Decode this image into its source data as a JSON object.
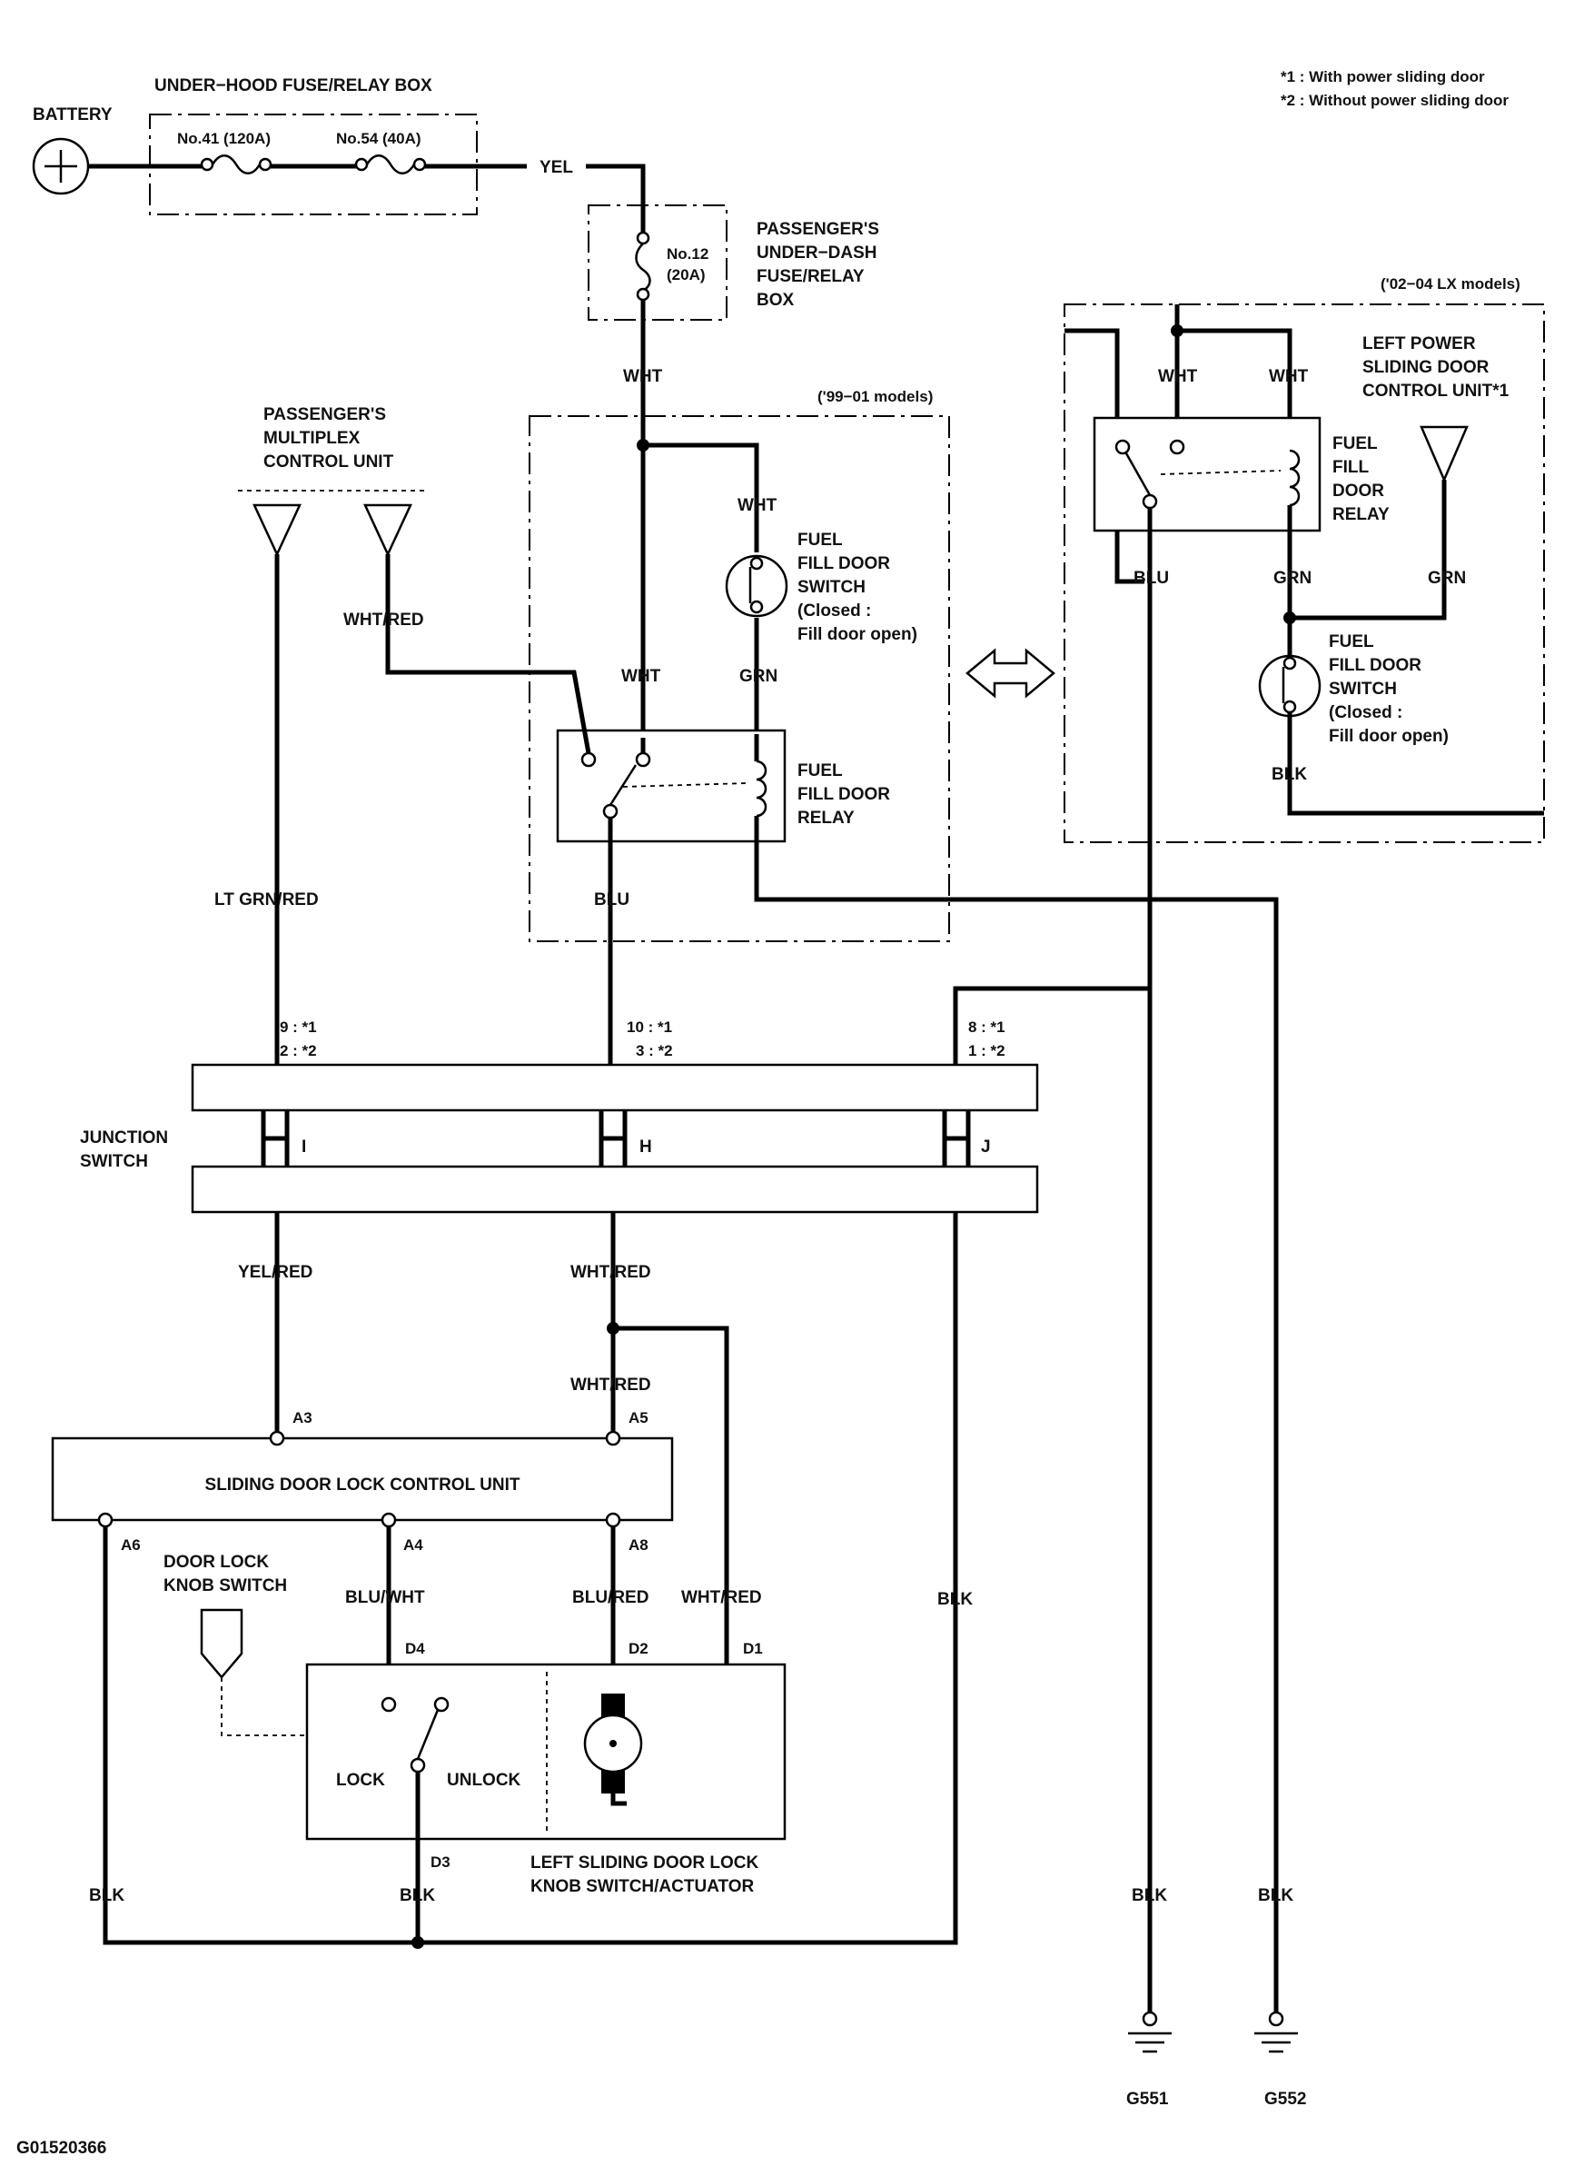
{
  "legend": {
    "note1": "*1   : With power sliding door",
    "note2": "*2   : Without power sliding door"
  },
  "components": {
    "battery": "BATTERY",
    "underhood_box": "UNDER−HOOD FUSE/RELAY BOX",
    "fuse41": "No.41 (120A)",
    "fuse54": "No.54 (40A)",
    "fuse12_line1": "No.12",
    "fuse12_line2": "(20A)",
    "underdash_box": [
      "PASSENGER'S",
      "UNDER−DASH",
      "FUSE/RELAY",
      "BOX"
    ],
    "multiplex_unit": [
      "PASSENGER'S",
      "MULTIPLEX",
      "CONTROL UNIT"
    ],
    "models_99_01": "('99−01 models)",
    "models_02_04": "('02−04 LX models)",
    "fuel_switch_left": [
      "FUEL",
      "FILL DOOR",
      "SWITCH",
      "(Closed :",
      "Fill door open)"
    ],
    "fuel_relay_left": [
      "FUEL",
      "FILL DOOR",
      "RELAY"
    ],
    "left_power_unit": [
      "LEFT POWER",
      "SLIDING DOOR",
      "CONTROL UNIT*1"
    ],
    "fuel_relay_right": [
      "FUEL",
      "FILL",
      "DOOR",
      "RELAY"
    ],
    "fuel_switch_right": [
      "FUEL",
      "FILL DOOR",
      "SWITCH",
      "(Closed :",
      "Fill door open)"
    ],
    "junction_switch": [
      "JUNCTION",
      "SWITCH"
    ],
    "sliding_unit": "SLIDING DOOR LOCK CONTROL UNIT",
    "door_lock_knob": [
      "DOOR LOCK",
      "KNOB SWITCH"
    ],
    "actuator": [
      "LEFT SLIDING DOOR LOCK",
      "KNOB SWITCH/ACTUATOR"
    ],
    "lock": "LOCK",
    "unlock": "UNLOCK"
  },
  "wires": {
    "yel": "YEL",
    "wht_a": "WHT",
    "wht_b": "WHT",
    "wht_c": "WHT",
    "wht_r1": "WHT",
    "wht_r2": "WHT",
    "grn_l": "GRN",
    "grn_r1": "GRN",
    "grn_r2": "GRN",
    "blu_l": "BLU",
    "blu_r": "BLU",
    "blk_r": "BLK",
    "wht_red_top": "WHT/RED",
    "lt_grn_red": "LT GRN/RED",
    "yel_red": "YEL/RED",
    "wht_red_h": "WHT/RED",
    "wht_red_a5": "WHT/RED",
    "blu_wht": "BLU/WHT",
    "blu_red": "BLU/RED",
    "wht_red_d1": "WHT/RED",
    "blk_j": "BLK",
    "blk_a6": "BLK",
    "blk_d3": "BLK",
    "blk_g551": "BLK",
    "blk_g552": "BLK"
  },
  "pins": {
    "i_top1": "9 : *1",
    "i_top2": "2 : *2",
    "h_top1": "10 : *1",
    "h_top2": "3 : *2",
    "j_top1": "8 : *1",
    "j_top2": "1 : *2",
    "I": "I",
    "H": "H",
    "J": "J",
    "A3": "A3",
    "A5": "A5",
    "A6": "A6",
    "A4": "A4",
    "A8": "A8",
    "D4": "D4",
    "D2": "D2",
    "D1": "D1",
    "D3": "D3"
  },
  "grounds": {
    "g551": "G551",
    "g552": "G552"
  },
  "figure_id": "G01520366"
}
